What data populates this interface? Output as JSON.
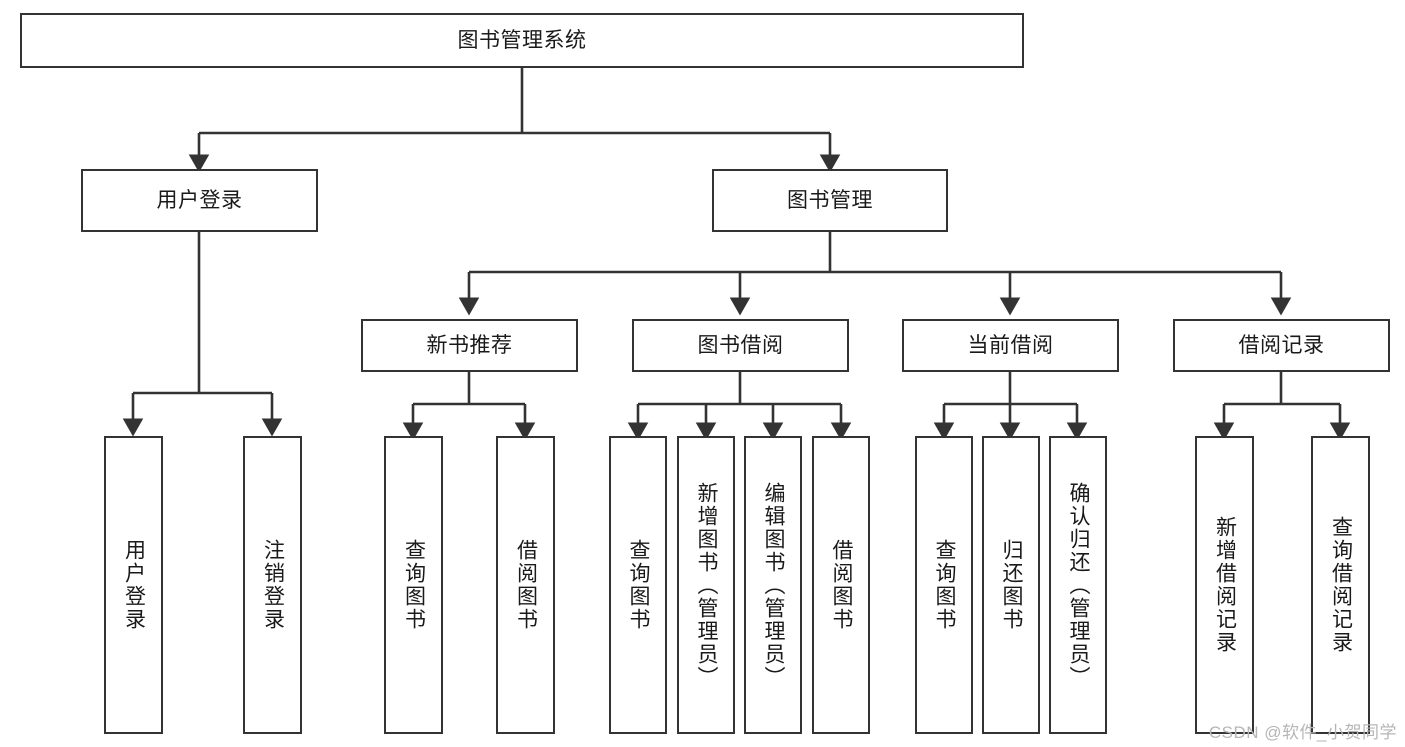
{
  "diagram": {
    "title": "图书管理系统",
    "type": "tree-hierarchy",
    "watermark": "CSDN @软件_小贺同学",
    "colors": {
      "stroke": "#333333",
      "fill": "#ffffff",
      "text": "#1a1a1a",
      "watermark": "#b6b6b6"
    },
    "root": {
      "label": "图书管理系统"
    },
    "level2": [
      {
        "label": "用户登录"
      },
      {
        "label": "图书管理"
      }
    ],
    "level3": [
      {
        "label": "新书推荐"
      },
      {
        "label": "图书借阅"
      },
      {
        "label": "当前借阅"
      },
      {
        "label": "借阅记录"
      }
    ],
    "leaves": {
      "user_login": [
        {
          "label": "用户登录"
        },
        {
          "label": "注销登录"
        }
      ],
      "new_book_recommend": [
        {
          "label": "查询图书"
        },
        {
          "label": "借阅图书"
        }
      ],
      "book_borrow": [
        {
          "label": "查询图书"
        },
        {
          "label": "新增图书（管理员）"
        },
        {
          "label": "编辑图书（管理员）"
        },
        {
          "label": "借阅图书"
        }
      ],
      "current_borrow": [
        {
          "label": "查询图书"
        },
        {
          "label": "归还图书"
        },
        {
          "label": "确认归还（管理员）"
        }
      ],
      "borrow_record": [
        {
          "label": "新增借阅记录"
        },
        {
          "label": "查询借阅记录"
        }
      ]
    }
  }
}
